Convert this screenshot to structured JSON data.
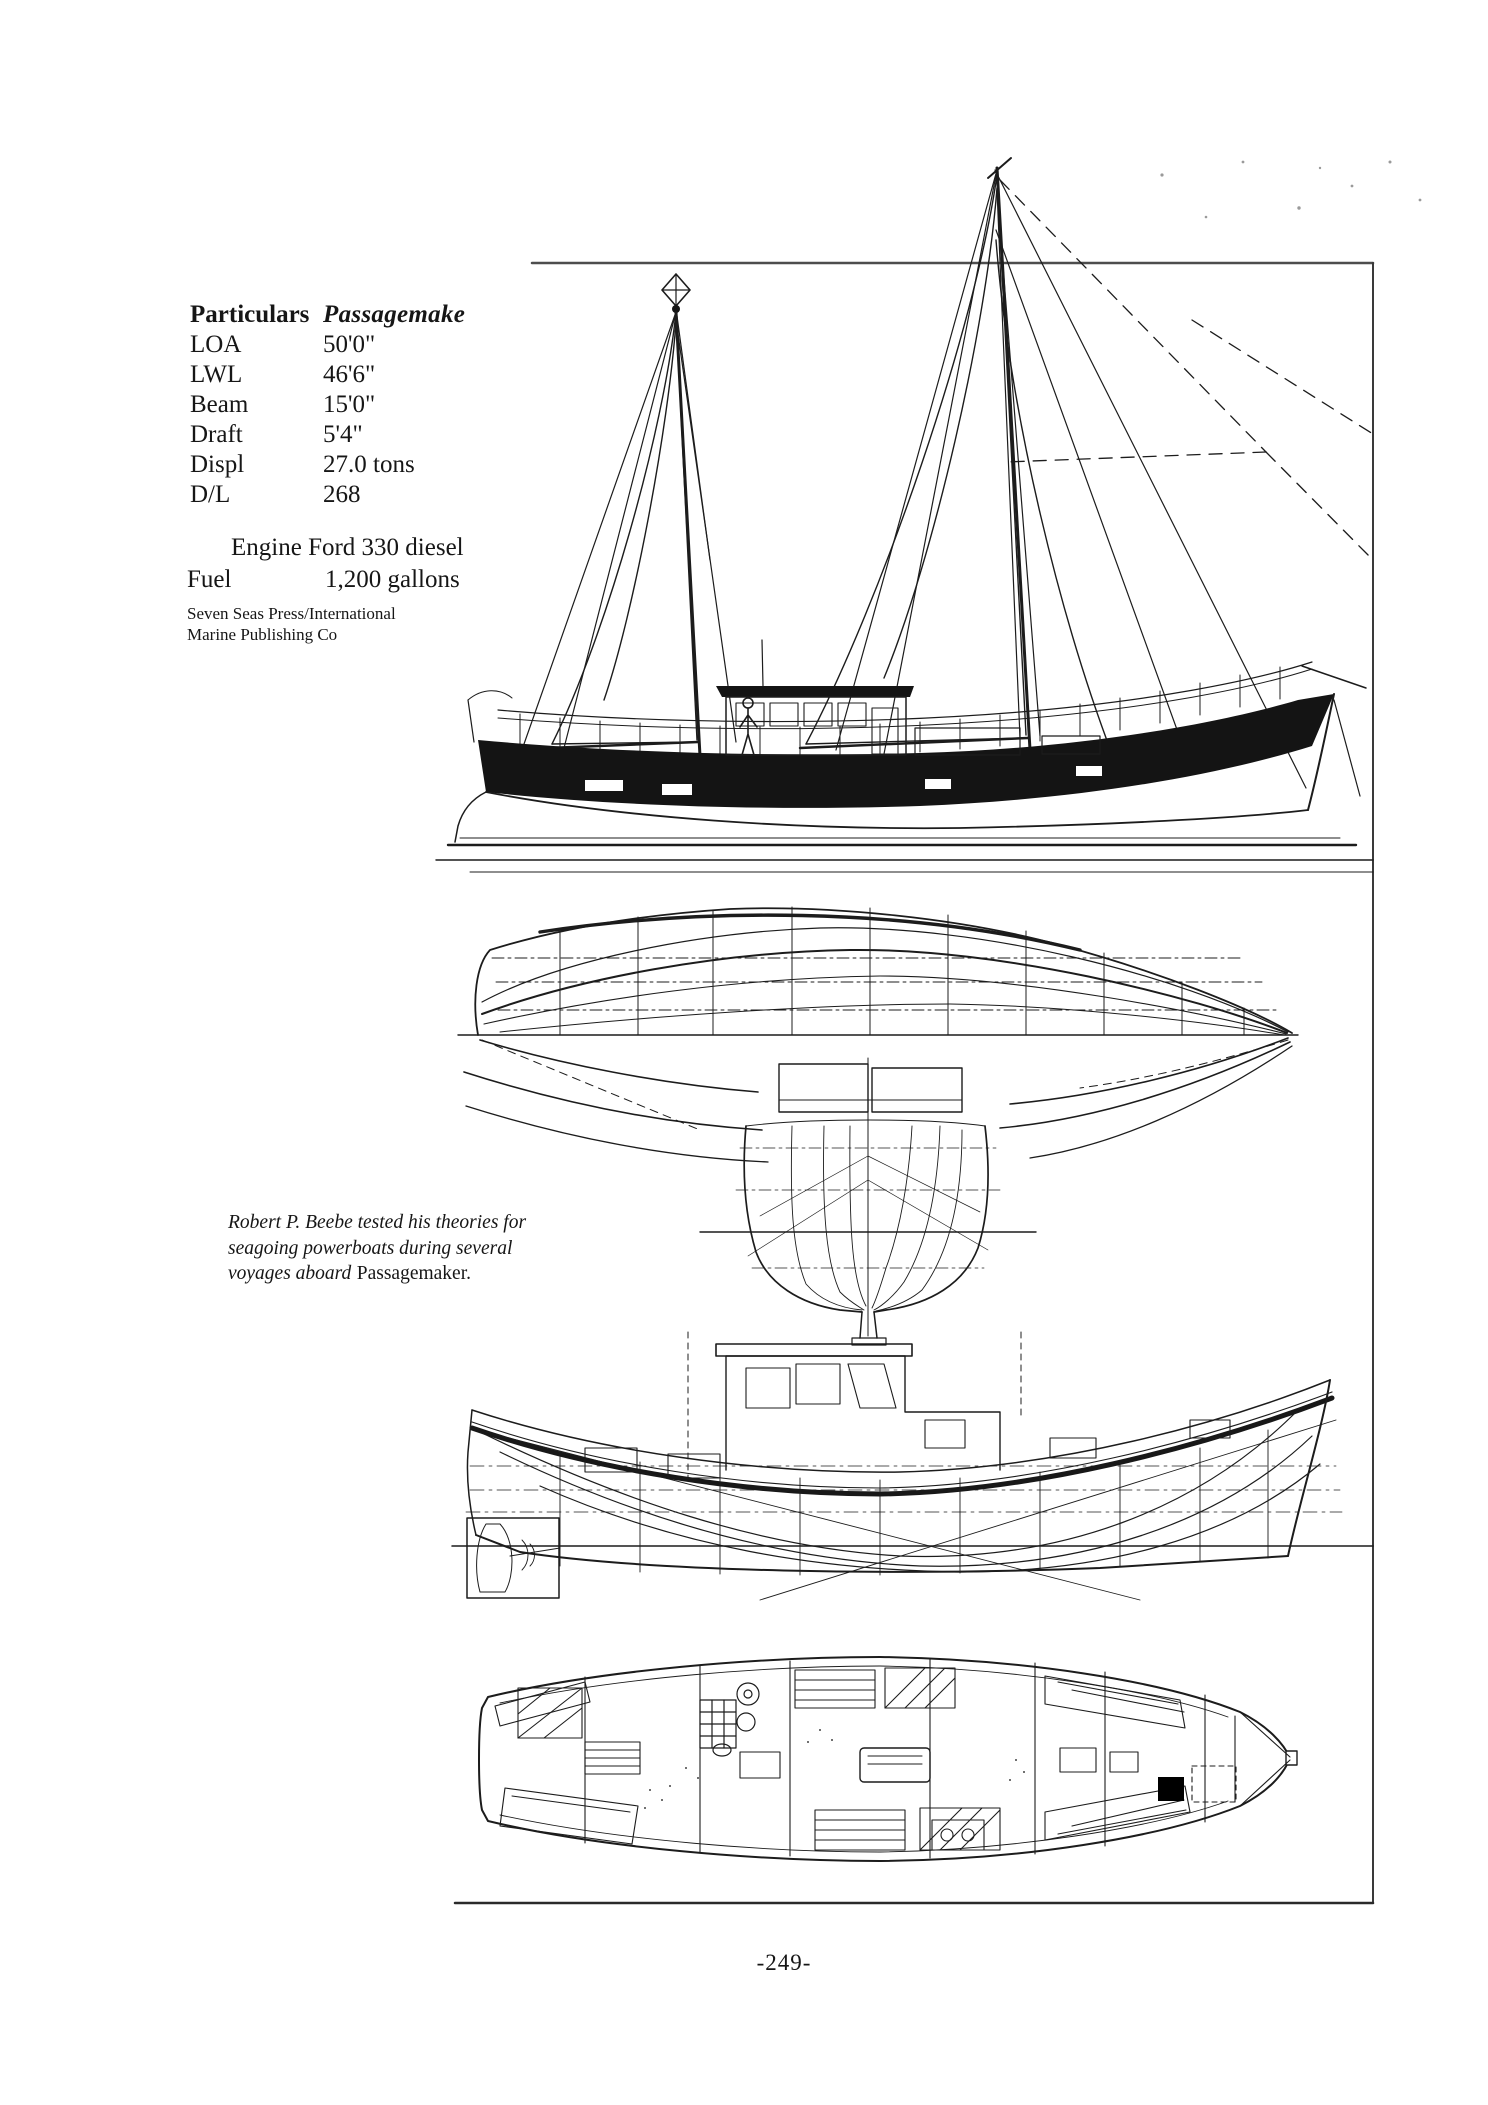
{
  "particulars": {
    "title": "Particulars",
    "boat_name": "Passagemake",
    "rows": [
      {
        "label": "LOA",
        "value": "50'0\""
      },
      {
        "label": "LWL",
        "value": "46'6\""
      },
      {
        "label": "Beam",
        "value": "15'0\""
      },
      {
        "label": "Draft",
        "value": "5'4\""
      },
      {
        "label": "Displ",
        "value": "27.0 tons"
      },
      {
        "label": "D/L",
        "value": "268"
      }
    ],
    "engine_line": "Engine Ford 330 diesel",
    "fuel_label": "Fuel",
    "fuel_value": "1,200 gallons",
    "credit_line1": "Seven Seas Press/International",
    "credit_line2": "Marine Publishing Co"
  },
  "caption": {
    "line1": "Robert P. Beebe tested his theories for",
    "line2": "seagoing powerboats during several",
    "line3_italic": "voyages aboard",
    "line3_roman": "Passagemaker."
  },
  "page": {
    "number": "-249-"
  },
  "ink_color": "#1c1c1c"
}
